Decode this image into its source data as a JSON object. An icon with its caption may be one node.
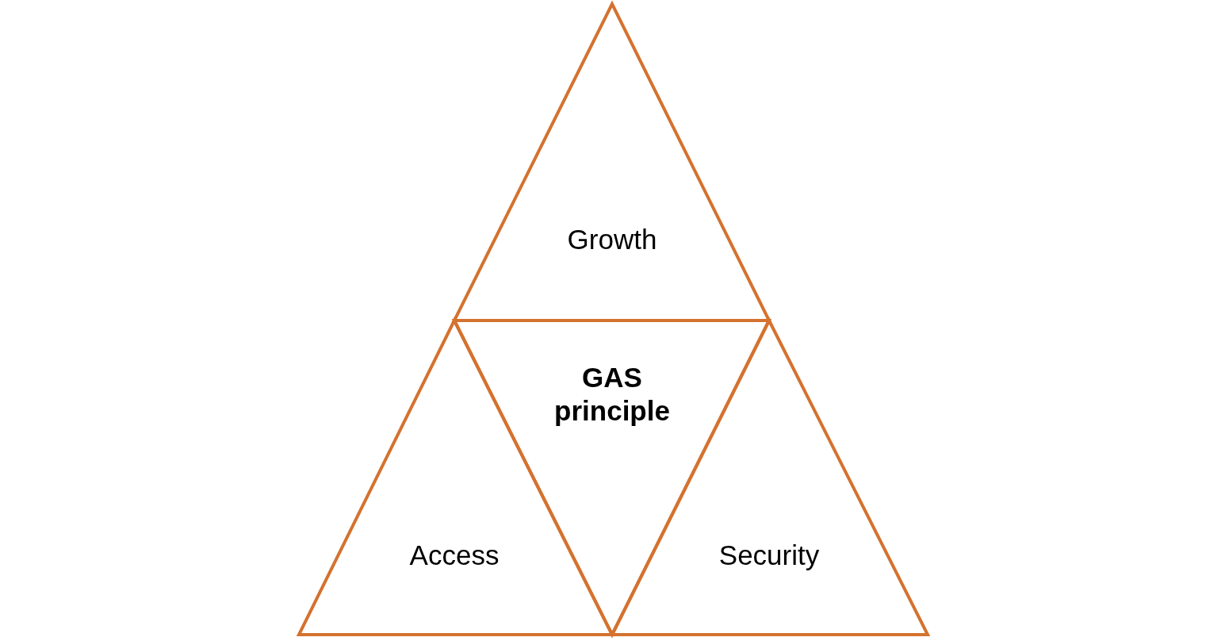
{
  "diagram": {
    "nodes": [
      {
        "text": [
          "Growth"
        ]
      },
      {
        "text": [
          "GAS principle"
        ]
      },
      {
        "text": [
          "Access"
        ]
      },
      {
        "text": [
          "Security"
        ]
      }
    ]
  }
}
